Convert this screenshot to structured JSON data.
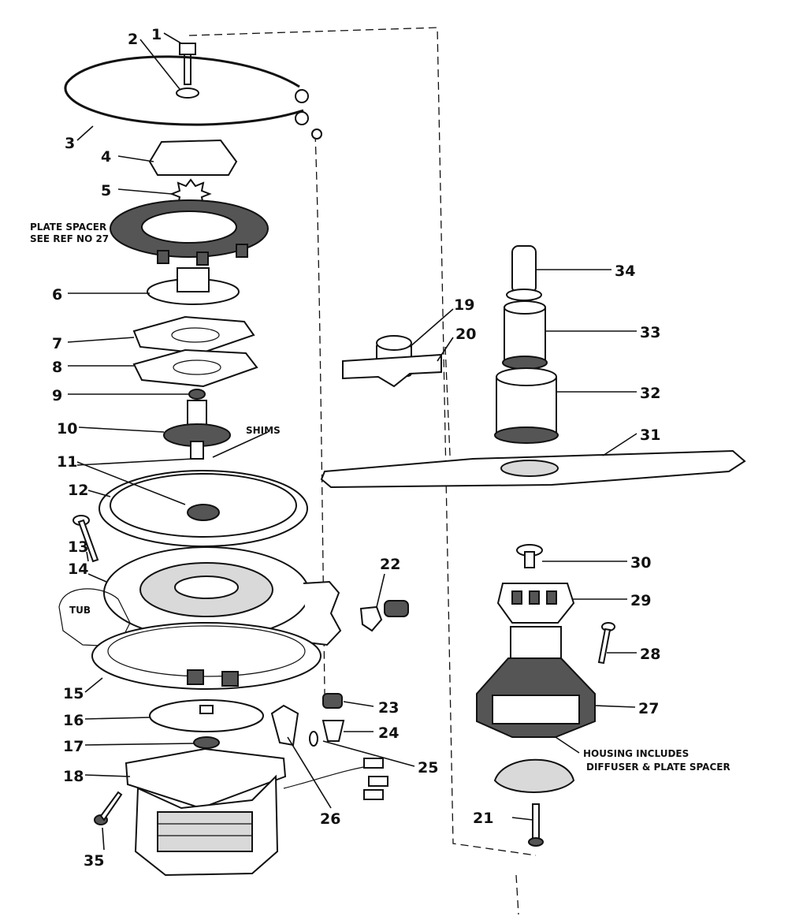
{
  "labels": [
    "1",
    "2",
    "3",
    "4",
    "5",
    "6",
    "7",
    "8",
    "9",
    "10",
    "11",
    "12",
    "13",
    "14",
    "15",
    "16",
    "17",
    "18",
    "19",
    "20",
    "21",
    "22",
    "23",
    "24",
    "25",
    "26",
    "27",
    "28",
    "29",
    "30",
    "31",
    "32",
    "33",
    "34",
    "35"
  ],
  "notes": {
    "plate_spacer_1": "PLATE SPACER",
    "plate_spacer_2": "SEE REF NO 27",
    "shims": "SHIMS",
    "tub": "TUB",
    "housing_1": "HOUSING INCLUDES",
    "housing_2": "DIFFUSER & PLATE SPACER"
  }
}
